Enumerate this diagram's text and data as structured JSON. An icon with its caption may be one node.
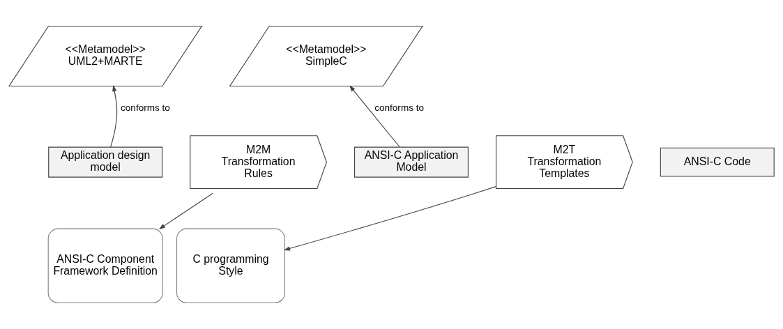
{
  "diagram": {
    "nodes": [
      {
        "text": [
          "<<Metamodel>>",
          "UML2+MARTE"
        ]
      },
      {
        "text": [
          "Application design model"
        ]
      },
      {
        "text": [
          "M2M Transformation Rules"
        ]
      },
      {
        "text": [
          "<<Metamodel>>",
          "SimpleC"
        ]
      },
      {
        "text": [
          "ANSI-C Application Model"
        ]
      },
      {
        "text": [
          "M2T Transformation Templates"
        ]
      },
      {
        "text": [
          "ANSI-C Code"
        ]
      },
      {
        "text": [
          "ANSI-C Component Framework Definition"
        ]
      },
      {
        "text": [
          "C programming Style"
        ]
      }
    ],
    "edges": [
      {
        "from": 1,
        "to": 0,
        "arrow": "to",
        "label": "conforms to"
      },
      {
        "from": 4,
        "to": 3,
        "arrow": "to",
        "label": "conforms to"
      },
      {
        "from": 2,
        "to": 7,
        "arrow": "to"
      },
      {
        "from": 5,
        "to": 8,
        "arrow": "to"
      }
    ]
  }
}
